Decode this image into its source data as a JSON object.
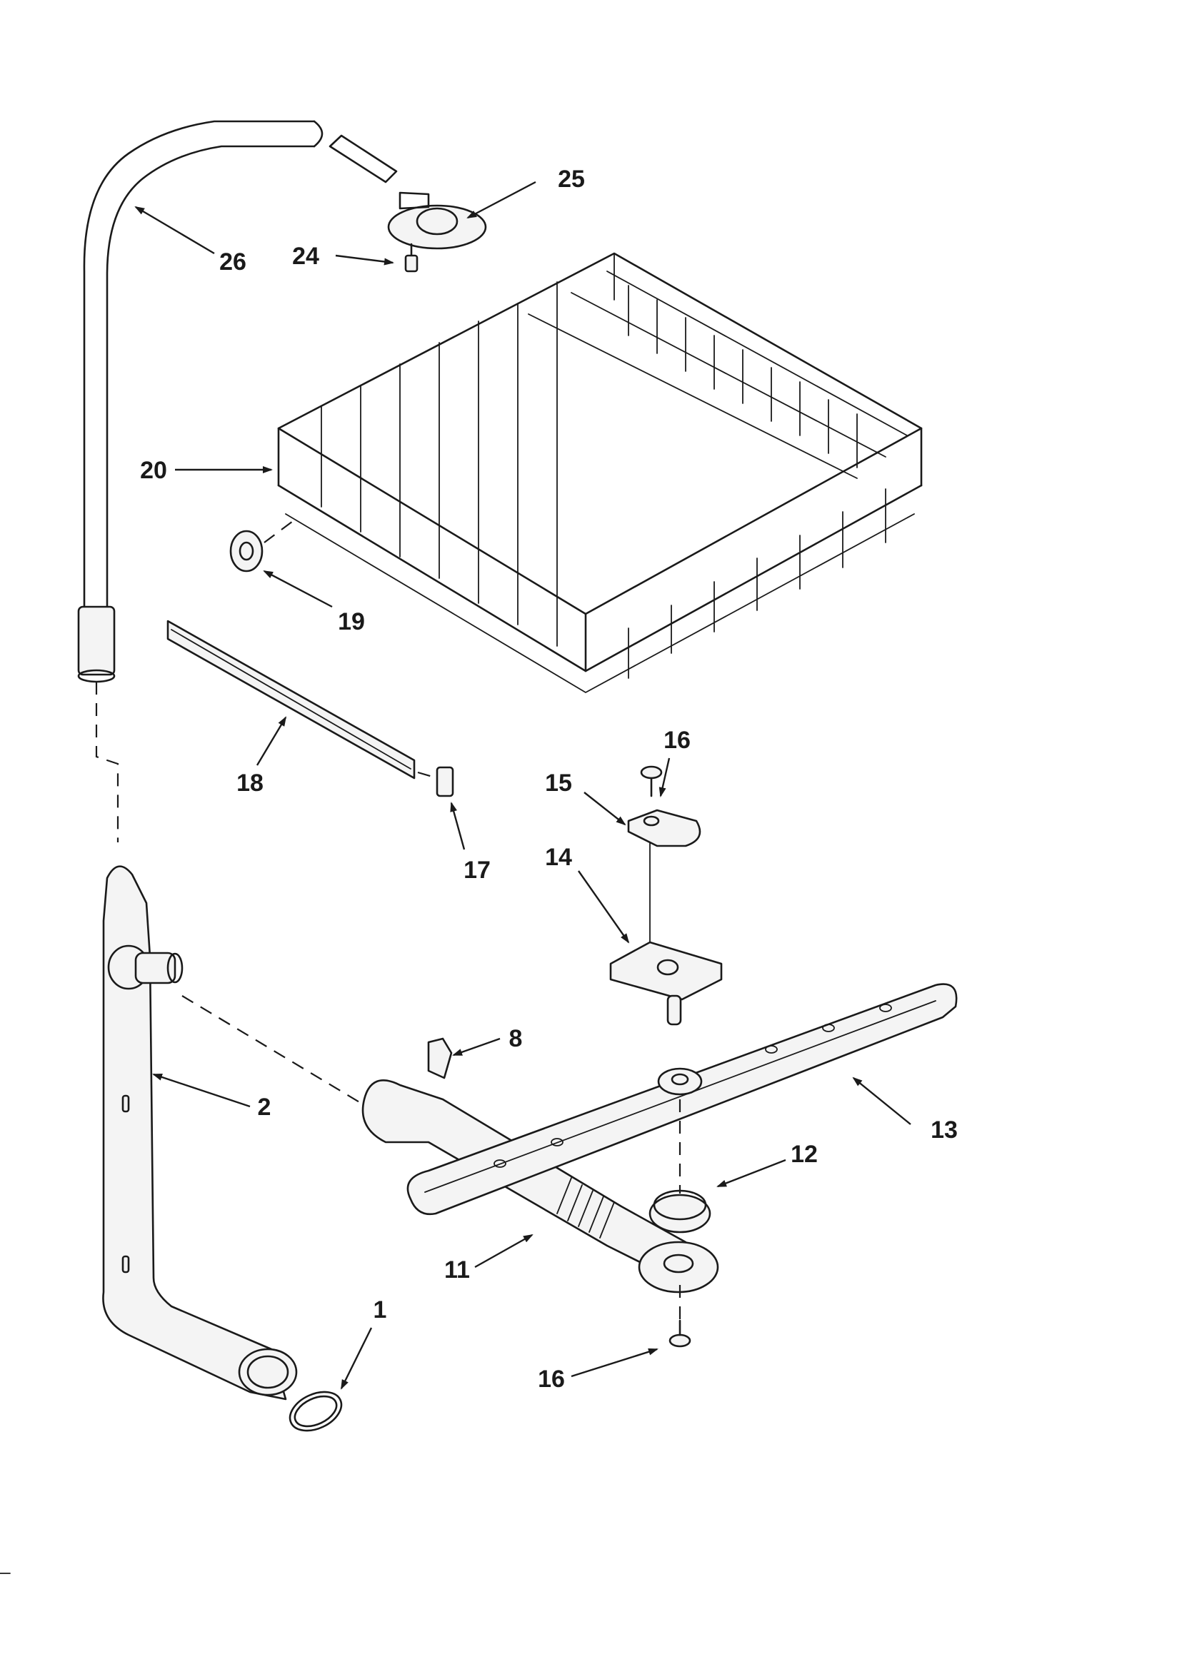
{
  "diagram": {
    "callouts": [
      {
        "id": "c1",
        "text": "1"
      },
      {
        "id": "c2",
        "text": "2"
      },
      {
        "id": "c8",
        "text": "8"
      },
      {
        "id": "c11",
        "text": "11"
      },
      {
        "id": "c12",
        "text": "12"
      },
      {
        "id": "c13",
        "text": "13"
      },
      {
        "id": "c14",
        "text": "14"
      },
      {
        "id": "c15",
        "text": "15"
      },
      {
        "id": "c16a",
        "text": "16"
      },
      {
        "id": "c16b",
        "text": "16"
      },
      {
        "id": "c17",
        "text": "17"
      },
      {
        "id": "c18",
        "text": "18"
      },
      {
        "id": "c19",
        "text": "19"
      },
      {
        "id": "c20",
        "text": "20"
      },
      {
        "id": "c24",
        "text": "24"
      },
      {
        "id": "c25",
        "text": "25"
      },
      {
        "id": "c26",
        "text": "26"
      }
    ]
  }
}
